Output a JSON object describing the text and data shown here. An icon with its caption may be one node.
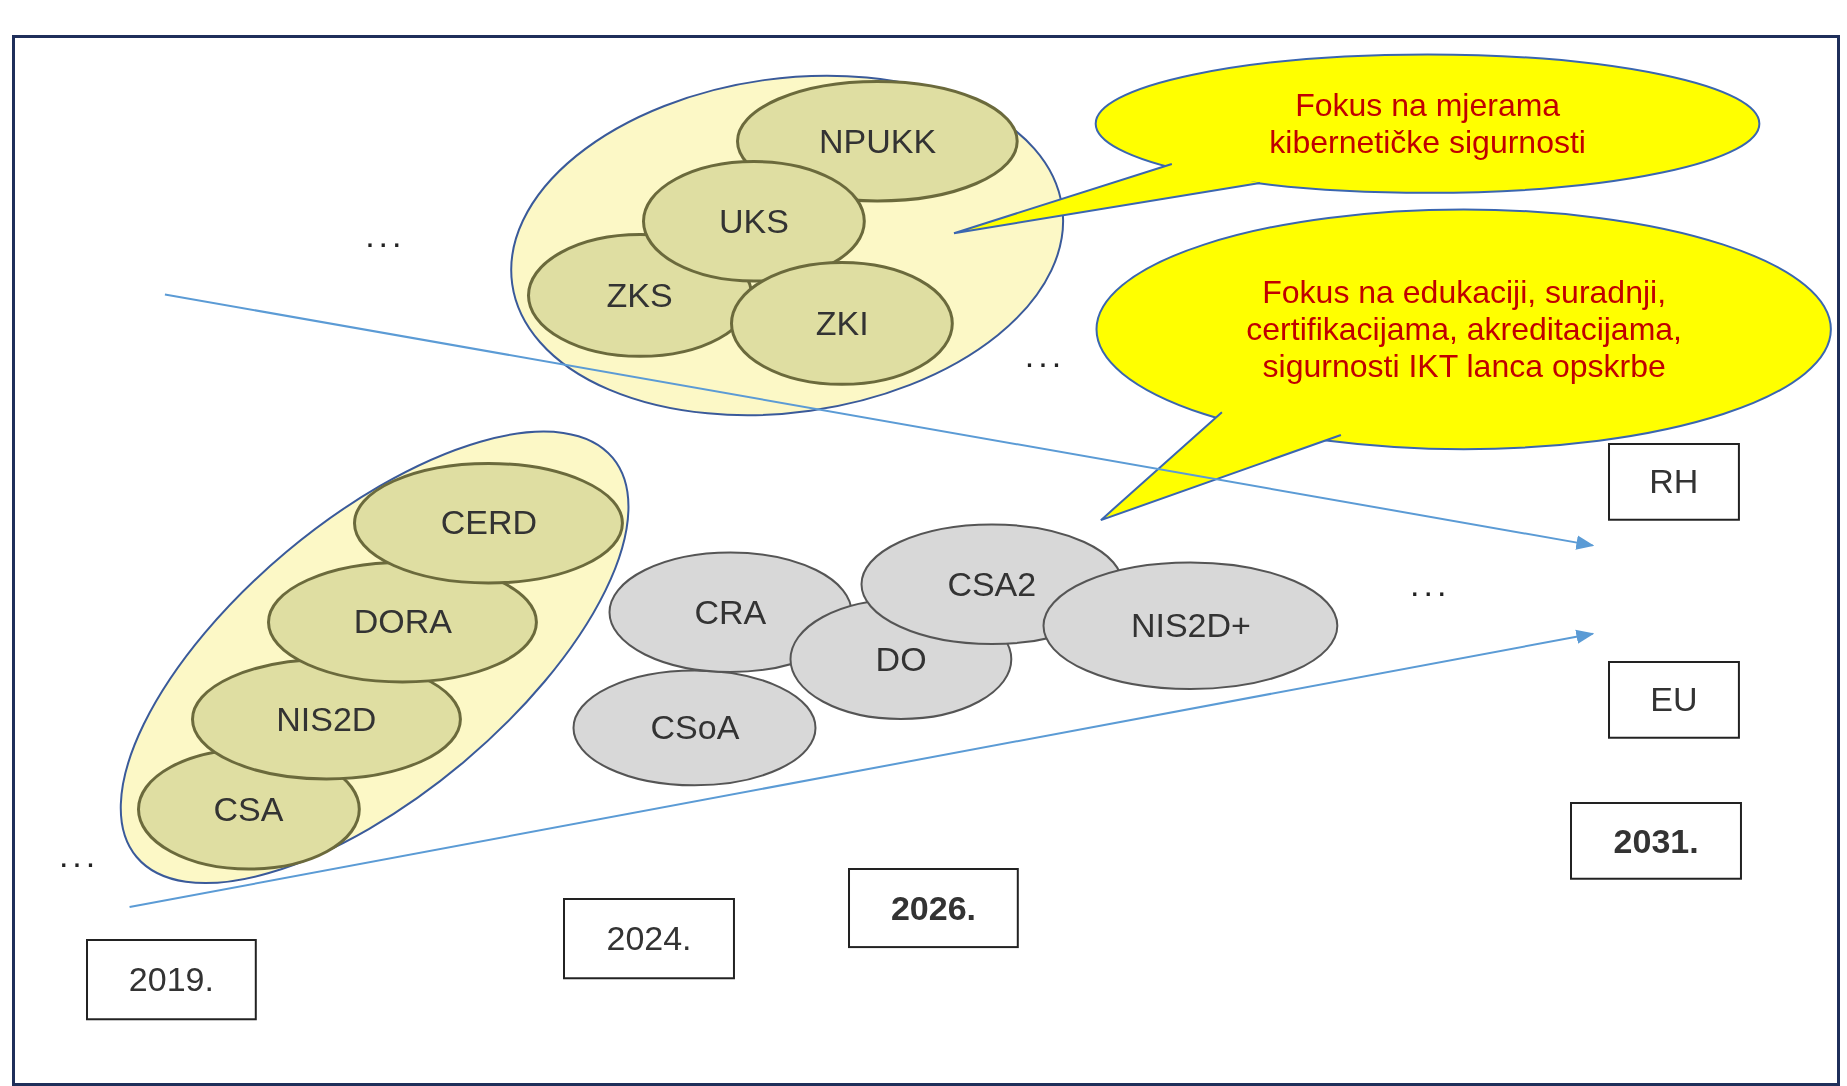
{
  "diagram": {
    "nodes": [
      {
        "text": [],
        "shape": "ellipse"
      },
      {
        "text": [
          "NPUKK"
        ],
        "in": 0
      },
      {
        "text": [
          "UKS"
        ],
        "in": 0
      },
      {
        "text": [
          "ZKS"
        ],
        "in": 0
      },
      {
        "text": [
          "ZKI"
        ],
        "in": 0
      },
      {
        "text": [],
        "shape": "ellipse"
      },
      {
        "text": [
          "CERD"
        ],
        "in": 5
      },
      {
        "text": [
          "DORA"
        ],
        "in": 5
      },
      {
        "text": [
          "NIS2D"
        ],
        "in": 5
      },
      {
        "text": [
          "CSA"
        ],
        "in": 5
      },
      {
        "text": [
          "CRA"
        ]
      },
      {
        "text": [
          "CSoA"
        ]
      },
      {
        "text": [
          "CSA2"
        ]
      },
      {
        "text": [
          "DO"
        ]
      },
      {
        "text": [
          "NIS2D+"
        ]
      },
      {
        "text": [
          "Fokus na mjerama kibernetičke sigurnosti"
        ]
      },
      {
        "text": [
          "Fokus na edukaciji, suradnji, certifikacijama, akreditacijama, sigurnosti IKT lanca opskrbe"
        ]
      },
      {
        "text": [
          "RH"
        ]
      },
      {
        "text": [
          "EU"
        ]
      },
      {
        "text": [
          "2019."
        ]
      },
      {
        "text": [
          "2024."
        ]
      },
      {
        "text": [
          "2026."
        ]
      },
      {
        "text": [
          "2031."
        ]
      }
    ],
    "edges": [
      {
        "from": null,
        "to": 17,
        "arrow": "to"
      },
      {
        "from": null,
        "to": 18,
        "arrow": "to"
      }
    ],
    "labels": [
      "...",
      "...",
      "...",
      "..."
    ]
  }
}
